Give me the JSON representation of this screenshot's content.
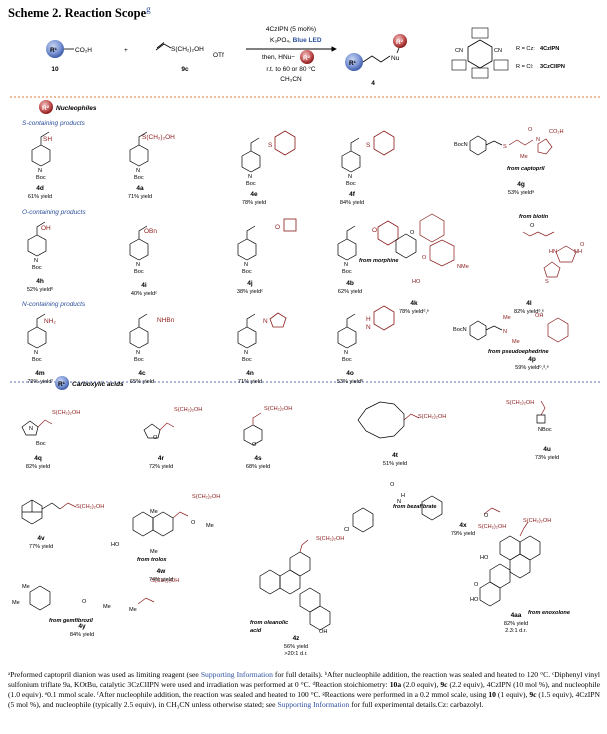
{
  "scheme_title": "Scheme 2. Reaction Scope",
  "scheme_title_sup": "g",
  "conditions": {
    "line1": "4CzIPN (5 mol%)",
    "line2a": "K₃PO₄, ",
    "line2b": "Blue LED",
    "line3": "then, HNu−",
    "line4": "r.t. to 60 or 80 °C",
    "line5": "CH₃CN"
  },
  "reactants": {
    "acid_label": "10",
    "acid_group": "CO₂H",
    "plus": "+",
    "sulfonium_label": "9c",
    "sulfonium_formula": "S(CH₂)₂OH",
    "sulfonium_counterion": "OTf",
    "product_label": "4",
    "nu": "Nu",
    "R1": "R¹",
    "R2": "R²"
  },
  "catalyst": {
    "r_cz": "R = Cz: ",
    "r_cz_name": "4CzIPN",
    "r_cl": "R = Cl: ",
    "r_cl_name": "3CzClIPN",
    "cn": "CN"
  },
  "sections": {
    "nucleophiles": "Nucleophiles",
    "s_products": "S-containing products",
    "o_products": "O-containing products",
    "n_products": "N-containing products",
    "carboxylic": "Carboxylic acids"
  },
  "compounds": [
    {
      "id": "4d",
      "yield": "61% yield"
    },
    {
      "id": "4a",
      "yield": "71% yield"
    },
    {
      "id": "4e",
      "yield": "78% yield"
    },
    {
      "id": "4f",
      "yield": "84% yield"
    },
    {
      "id": "4g",
      "yield": "53% yieldᵃ"
    },
    {
      "id": "4h",
      "yield": "52% yieldᵇ"
    },
    {
      "id": "4i",
      "yield": "40% yieldᶜ"
    },
    {
      "id": "4j",
      "yield": "38% yieldᶜ"
    },
    {
      "id": "4b",
      "yield": "62% yield"
    },
    {
      "id": "4k",
      "yield": "78% yieldᵈ,ᵉ"
    },
    {
      "id": "4l",
      "yield": "82% yieldᵈ,ᵉ"
    },
    {
      "id": "4m",
      "yield": "79% yieldᶠ"
    },
    {
      "id": "4c",
      "yield": "65% yield"
    },
    {
      "id": "4n",
      "yield": "71% yield"
    },
    {
      "id": "4o",
      "yield": "53% yieldᵇ"
    },
    {
      "id": "4p",
      "yield": "59% yieldᵇ,ᵈ,ᵉ"
    },
    {
      "id": "4q",
      "yield": "82% yield"
    },
    {
      "id": "4r",
      "yield": "72% yield"
    },
    {
      "id": "4s",
      "yield": "68% yield"
    },
    {
      "id": "4t",
      "yield": "51% yield"
    },
    {
      "id": "4u",
      "yield": "73% yield"
    },
    {
      "id": "4v",
      "yield": "77% yield"
    },
    {
      "id": "4w",
      "yield": "74% yield"
    },
    {
      "id": "4x",
      "yield": "79% yield"
    },
    {
      "id": "4y",
      "yield": "84% yield"
    },
    {
      "id": "4z",
      "yield": "56% yield",
      "dr": ">20:1 d.r."
    },
    {
      "id": "4aa",
      "yield": "82% yield",
      "dr": "2.3:1 d.r."
    }
  ],
  "groups": {
    "sh": "SH",
    "sch2oh": "S(CH₂)₂OH",
    "s": "S",
    "oh": "OH",
    "obn": "OBn",
    "o": "O",
    "nh2": "NH₂",
    "nhbn": "NHBn",
    "n": "N",
    "h": "H",
    "nboc": "NBoc",
    "boc": "Boc",
    "bocn": "BocN",
    "me": "Me",
    "nme": "NMe",
    "co2h": "CO₂H",
    "cl": "Cl",
    "ho": "HO",
    "hn": "HN",
    "nh": "NH",
    "oh2": "OH",
    "ho2": "HO",
    "cyclosulfur": "S"
  },
  "sources": {
    "captopril": "from captopril",
    "morphine": "from morphine",
    "biotin": "from biotin",
    "pseudoephedrine": "from pseudoephedrine",
    "trolox": "from trolox",
    "bezafibrate": "from bezafibrate",
    "gemfibrozil": "from gemfibrozil",
    "oleanolic": "from oleanolic",
    "oleanolic2": "acid",
    "enoxolone": "from enoxolone"
  },
  "footnote": {
    "a": "ᵃPreformed captopril dianion was used as limiting reagent (see ",
    "a_link": "Supporting Information",
    "a2": " for full details). ",
    "b": "ᵇAfter nucleophile addition, the reaction was sealed and heated to 120 °C. ",
    "c": "ᶜDiphenyl vinyl sulfonium triflate 9a, KOtBu, catalytic 3CzClIPN were used and irradiation was performed at 0 °C. ",
    "d": "ᵈReaction stoichiometry: ",
    "d_bold1": "10a",
    "d2": " (2.0 equiv), ",
    "d_bold2": "9c",
    "d3": " (2.2 equiv), 4CzIPN (10 mol %), and nucleophile (1.0 equiv). ",
    "e": "ᵉ0.1 mmol scale. ",
    "f": "ᶠAfter nucleophile addition, the reaction was sealed and heated to 100 °C. ",
    "g": "ᵍReactions were performed in a 0.2 mmol scale, using ",
    "g_bold1": "10",
    "g2": " (1 equiv), ",
    "g_bold2": "9c",
    "g3": " (1.5 equiv), 4CzIPN (5 mol %), and nucleophile (typically 2.5 equiv), in CH₃CN unless otherwise stated; see ",
    "g_link": "Supporting Information",
    "g4": " for full experimental details.Cz: carbazolyl."
  },
  "colors": {
    "maroon": "#8b1a1a",
    "blue": "#2b4e9b",
    "orange_dash": "#e07a3a",
    "blue_dash": "#5573b8",
    "label_blue": "#3d5ba9"
  }
}
